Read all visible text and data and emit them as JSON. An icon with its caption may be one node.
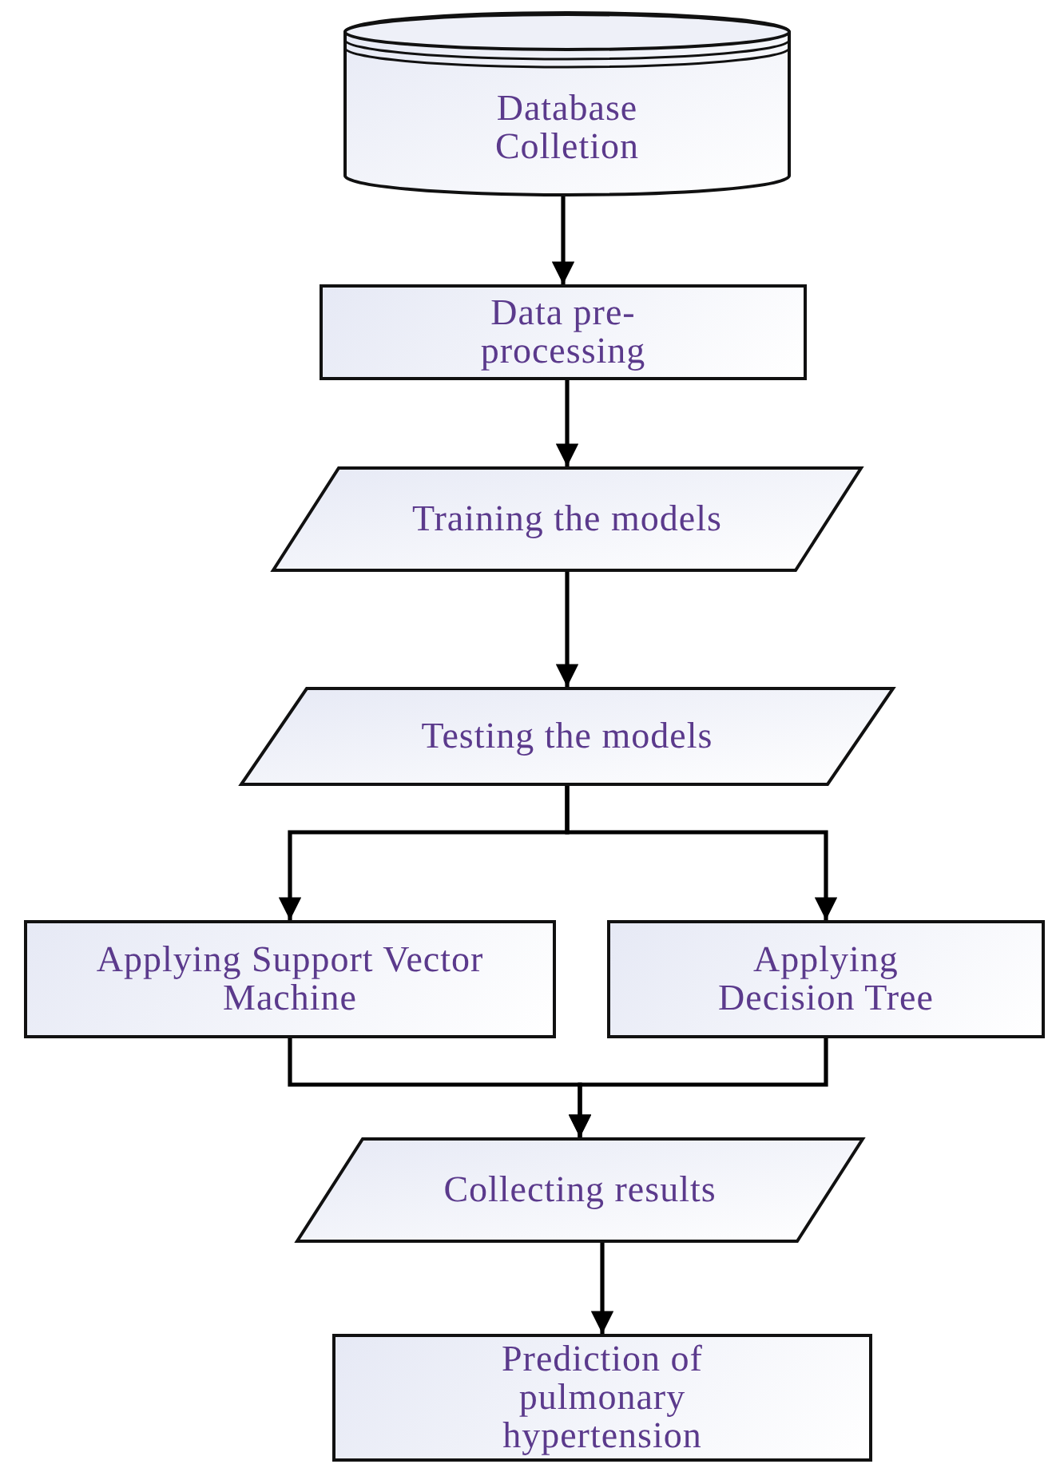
{
  "diagram": {
    "nodes": [
      {
        "text": [
          "Database Colletion"
        ]
      },
      {
        "text": [
          "Data pre-processing"
        ]
      },
      {
        "text": [
          "Training the models"
        ]
      },
      {
        "text": [
          "Testing the models"
        ]
      },
      {
        "text": [
          "Applying Support Vector Machine"
        ]
      },
      {
        "text": [
          "Applying Decision Tree"
        ]
      },
      {
        "text": [
          "Collecting results"
        ]
      },
      {
        "text": [
          "Prediction of pulmonary hypertension"
        ]
      }
    ],
    "edges": [
      {
        "from": 0,
        "to": 1,
        "arrow": "to"
      },
      {
        "from": 1,
        "to": 2,
        "arrow": "to"
      },
      {
        "from": 2,
        "to": 3,
        "arrow": "to"
      },
      {
        "from": 3,
        "to": 4,
        "arrow": "to"
      },
      {
        "from": 3,
        "to": 5,
        "arrow": "to"
      },
      {
        "from": 4,
        "to": 6,
        "arrow": "to"
      },
      {
        "from": 5,
        "to": 6,
        "arrow": "to"
      },
      {
        "from": 6,
        "to": 7,
        "arrow": "to"
      }
    ]
  }
}
